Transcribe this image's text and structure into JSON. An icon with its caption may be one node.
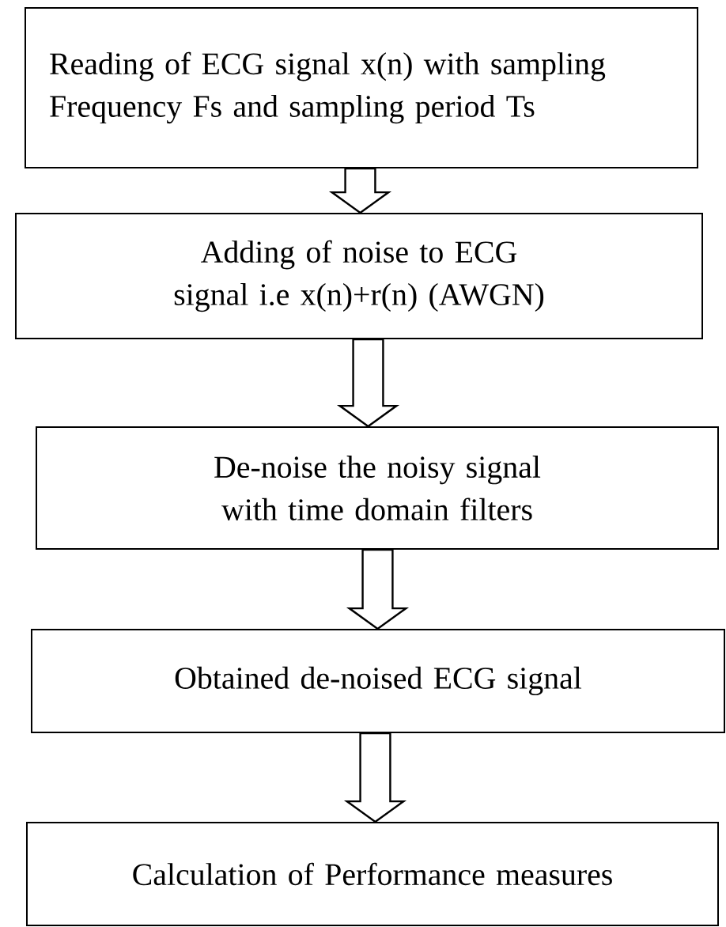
{
  "diagram": {
    "nodes": [
      {
        "text": [
          "Reading of ECG signal x(n) with sampling Frequency Fs and sampling period Ts"
        ]
      },
      {
        "text": [
          "Adding of noise to ECG signal i.e x(n)+r(n) (AWGN)"
        ]
      },
      {
        "text": [
          "De-noise the noisy signal with time domain filters"
        ]
      },
      {
        "text": [
          "Obtained de-noised ECG signal"
        ]
      },
      {
        "text": [
          "Calculation of Performance measures"
        ]
      }
    ],
    "edges": [
      {
        "from": 0,
        "to": 1,
        "arrow": "to"
      },
      {
        "from": 1,
        "to": 2,
        "arrow": "to"
      },
      {
        "from": 2,
        "to": 3,
        "arrow": "to"
      },
      {
        "from": 3,
        "to": 4,
        "arrow": "to"
      }
    ]
  }
}
